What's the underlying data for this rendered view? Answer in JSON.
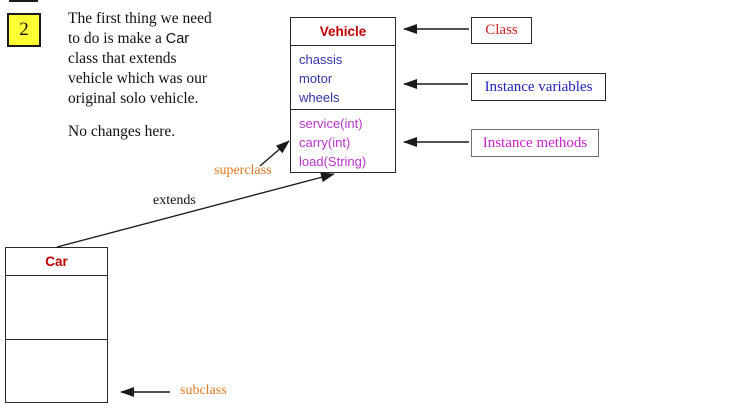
{
  "page": {
    "background": "#ffffff"
  },
  "step_badge": {
    "number": "2",
    "bg_color": "#FFFF33"
  },
  "intro": {
    "lines": [
      "The first thing we need",
      "to do is make a ",
      "Car",
      "class that extends",
      "vehicle which was our",
      "original solo vehicle."
    ],
    "note": "No changes here."
  },
  "vehicle_class": {
    "title": "Vehicle",
    "title_color": "#C00000",
    "variables": [
      "chassis",
      "motor",
      "wheels"
    ],
    "variables_color": "#3333AA",
    "methods": [
      "service(int)",
      "carry(int)",
      "load(String)"
    ],
    "methods_color": "#BB33CC"
  },
  "car_class": {
    "title": "Car",
    "title_color": "#C00000"
  },
  "legend": {
    "class_label": "Class",
    "class_color": "#CC2222",
    "variables_label": "Instance variables",
    "variables_color": "#2222BB",
    "methods_label": "Instance methods",
    "methods_color": "#CC22CC"
  },
  "annotations": {
    "superclass": "superclass",
    "extends": "extends",
    "subclass": "subclass",
    "callout_color": "#E07820"
  }
}
